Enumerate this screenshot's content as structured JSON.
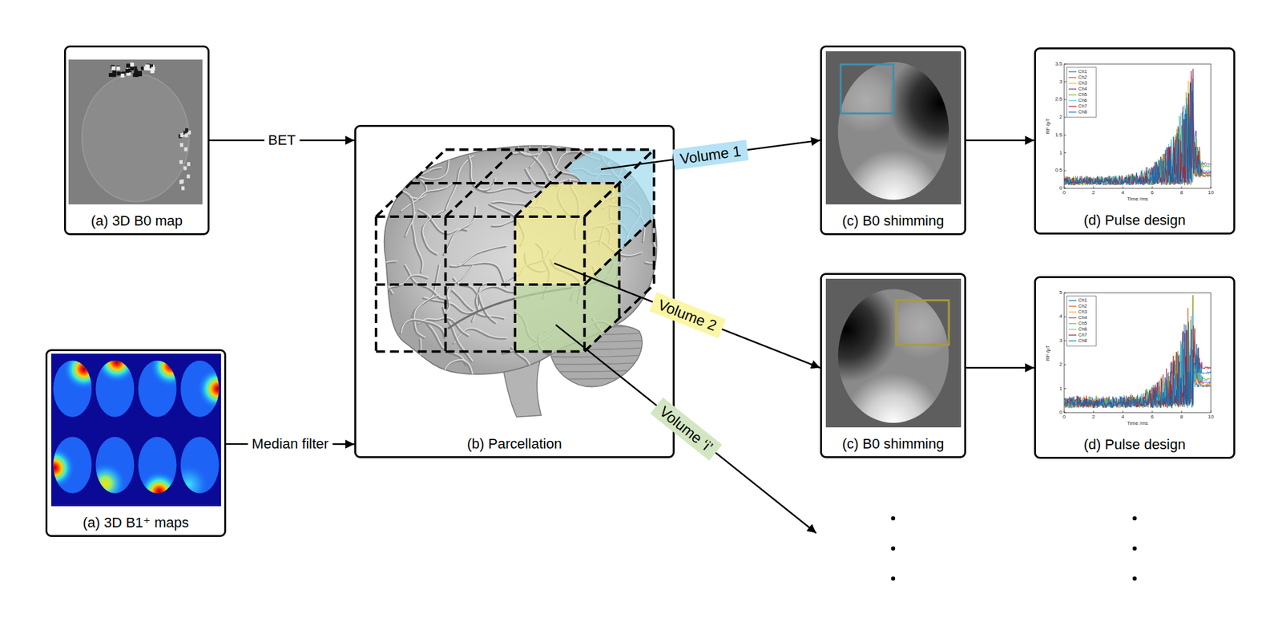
{
  "diagram": {
    "nodes": [
      {
        "text": [
          "(a) 3D B0 map"
        ]
      },
      {
        "text": [
          "(a) 3D B1⁺ maps"
        ]
      },
      {
        "text": [
          "(b) Parcellation"
        ]
      },
      {
        "text": [
          "(c) B0 shimming"
        ]
      },
      {
        "text": [
          "(d) Pulse design"
        ]
      },
      {
        "text": [
          "(c) B0 shimming"
        ]
      },
      {
        "text": [
          "(d) Pulse design"
        ]
      }
    ],
    "edges": [
      {
        "from": 0,
        "to": 2,
        "arrow": "to",
        "label": "BET"
      },
      {
        "from": 1,
        "to": 2,
        "arrow": "to",
        "label": "Median filter"
      },
      {
        "from": 2,
        "to": 3,
        "arrow": "to",
        "label": "Volume 1"
      },
      {
        "from": 2,
        "to": 5,
        "arrow": "to",
        "label": "Volume 2"
      },
      {
        "from": 3,
        "to": 4,
        "arrow": "to"
      },
      {
        "from": 5,
        "to": 6,
        "arrow": "to"
      }
    ],
    "labels": [
      "Volume ‘i’",
      "0",
      "0.5",
      "1",
      "1.5",
      "2",
      "2.5",
      "3",
      "3.5",
      "0",
      "2",
      "4",
      "6",
      "8",
      "10",
      "Time /ms",
      "RF /μT",
      "0",
      "1",
      "2",
      "3",
      "4",
      "5",
      "0",
      "2",
      "4",
      "6",
      "8",
      "10",
      "Time /ms",
      "RF /μT"
    ],
    "legend": [
      {
        "text": "Ch1"
      },
      {
        "text": "Ch2"
      },
      {
        "text": "Ch3"
      },
      {
        "text": "Ch4"
      },
      {
        "text": "Ch5"
      },
      {
        "text": "Ch6"
      },
      {
        "text": "Ch7"
      },
      {
        "text": "Ch8"
      },
      {
        "text": "Ch1"
      },
      {
        "text": "Ch2"
      },
      {
        "text": "Ch3"
      },
      {
        "text": "Ch4"
      },
      {
        "text": "Ch5"
      },
      {
        "text": "Ch6"
      },
      {
        "text": "Ch7"
      },
      {
        "text": "Ch8"
      }
    ]
  }
}
